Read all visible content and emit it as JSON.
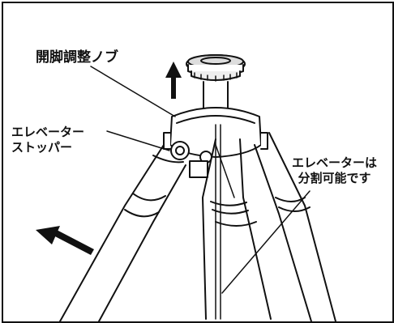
{
  "labels": {
    "leg_knob": "開脚調整ノブ",
    "stopper_line1": "エレベーター",
    "stopper_line2": "ストッパー",
    "split_line1": "エレベーターは",
    "split_line2": "分割可能です"
  },
  "icons": [
    "up-arrow-icon",
    "spread-arrow-icon"
  ],
  "colors": {
    "line": "#111111",
    "background": "#ffffff"
  }
}
